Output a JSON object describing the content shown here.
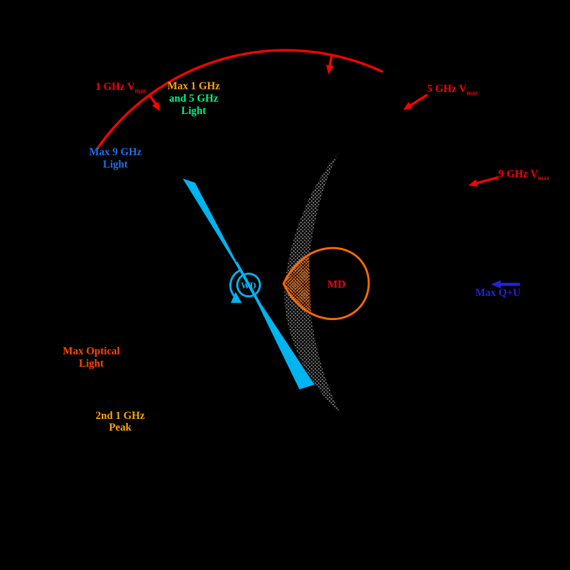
{
  "labels": {
    "v1ghz": {
      "main": "1 GHz V",
      "sub": "max"
    },
    "v5ghz": {
      "main": "5 GHz V",
      "sub": "max"
    },
    "v9ghz": {
      "main": "9 GHz V",
      "sub": "max"
    },
    "max_1_5": {
      "line1": "Max 1 GHz",
      "line2": "and 5 GHz",
      "line3": "Light"
    },
    "max_9": {
      "line1": "Max 9 GHz",
      "line2": "Light"
    },
    "max_optical": {
      "line1": "Max Optical",
      "line2": "Light"
    },
    "second_1ghz": {
      "line1": "2nd 1 GHz",
      "line2": "Peak"
    },
    "max_qu": "Max Q+U",
    "wd": "WD",
    "md": "MD"
  },
  "colors": {
    "background": "#000000",
    "orbit_red": "#ff0000",
    "gold_label": "#ffa500",
    "green_label": "#00ef7d",
    "blue_9ghz_label": "#1c6fe8",
    "orange_red_label": "#ff4500",
    "qu_blue": "#2222dd",
    "beam_cyan": "#00b4f0",
    "md_orange": "#ff6a00",
    "stipple_gray": "#8a8a8a"
  }
}
